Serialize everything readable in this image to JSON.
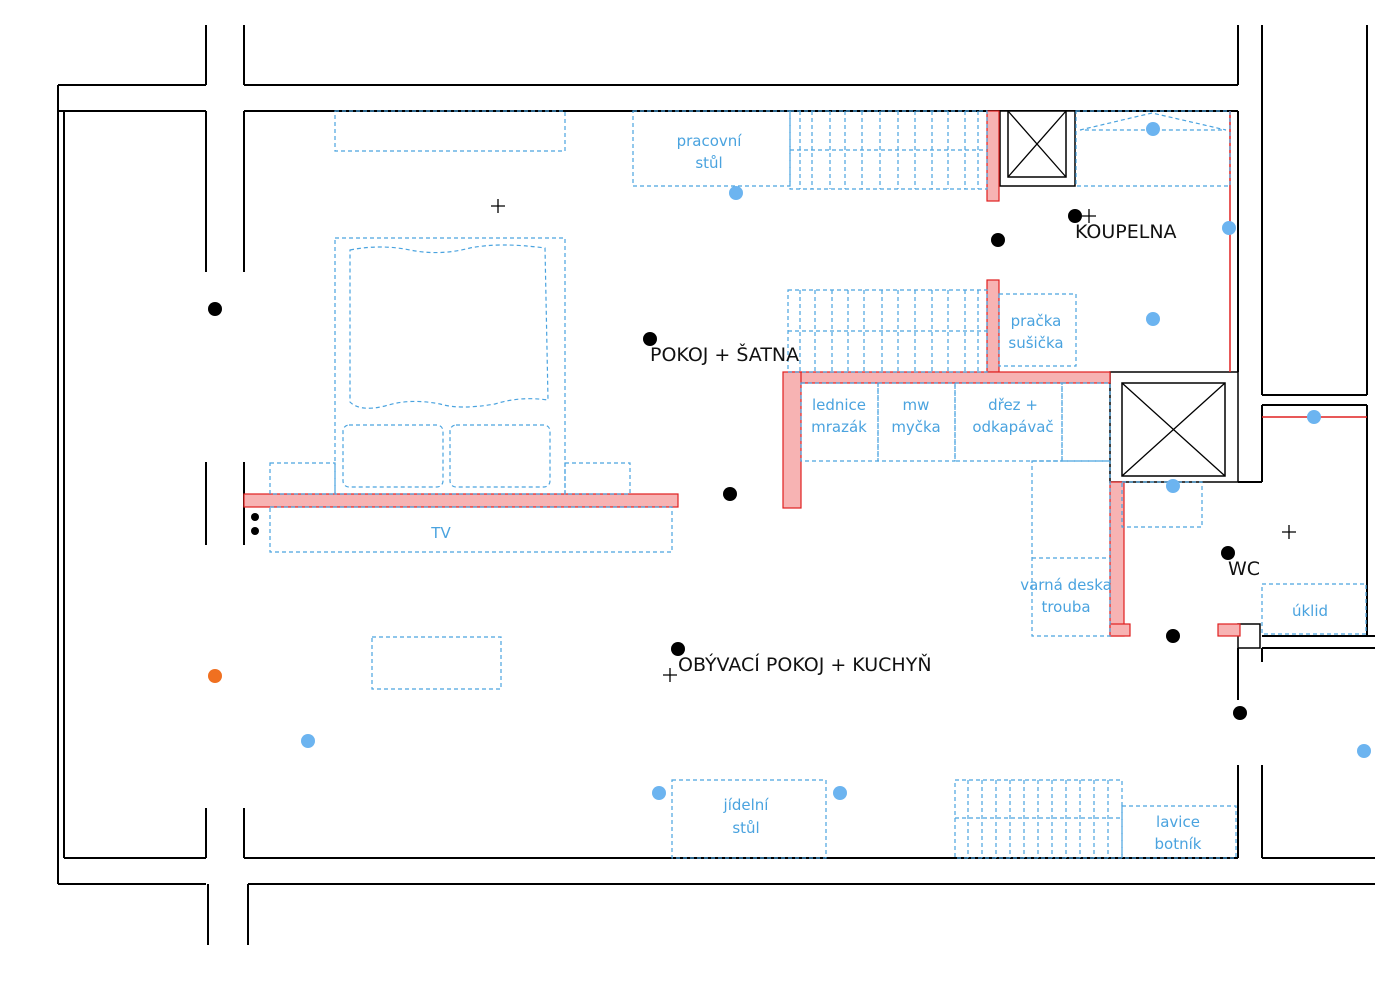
{
  "rooms": {
    "pokoj": "POKOJ + ŠATNA",
    "koupelna": "KOUPELNA",
    "wc": "WC",
    "obyvak": "OBÝVACÍ POKOJ + KUCHYŇ"
  },
  "furniture": {
    "pracovni_1": "pracovní",
    "pracovni_2": "stůl",
    "pracka_1": "pračka",
    "pracka_2": "sušička",
    "lednice_1": "lednice",
    "lednice_2": "mrazák",
    "mw_1": "mw",
    "mw_2": "myčka",
    "drez_1": "dřez +",
    "drez_2": "odkapávač",
    "tv": "TV",
    "varna_1": "varná deska",
    "varna_2": "trouba",
    "uklid": "úklid",
    "jidelni_1": "jídelní",
    "jidelni_2": "stůl",
    "lavice_1": "lavice",
    "lavice_2": "botník"
  },
  "colors": {
    "wall": "#000000",
    "furniture": "#4aa3df",
    "new_wall_fill": "#f7b3b3",
    "new_wall_edge": "#e02020",
    "light_point": "#6cb4f0",
    "socket_point": "#000000",
    "orange_point": "#f07020"
  }
}
